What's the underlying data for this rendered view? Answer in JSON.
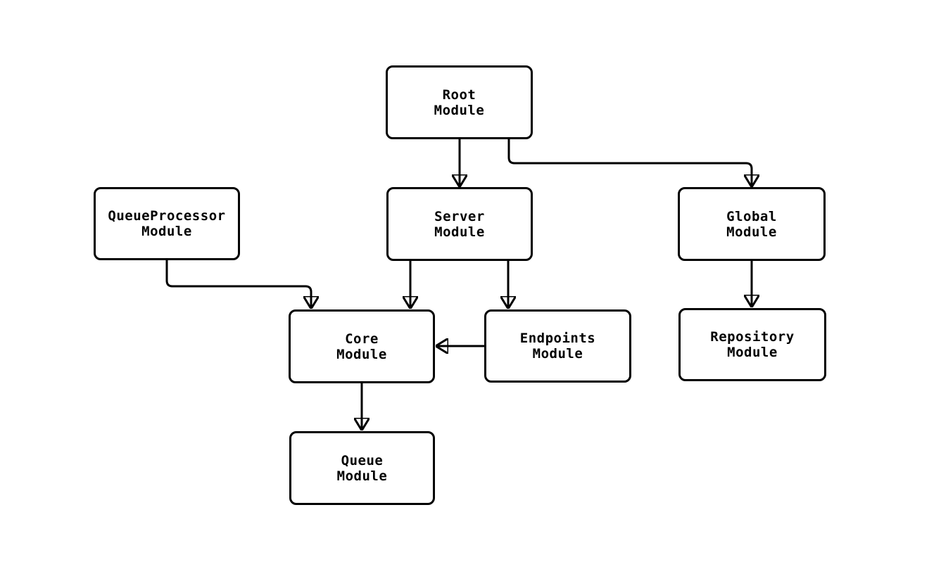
{
  "diagram": {
    "type": "module-dependency-flowchart",
    "background_color": "#ffffff",
    "node_fill_color": "#ffffff",
    "line_color": "#000000",
    "text_color": "#000000",
    "nodes": [
      {
        "id": "root",
        "label": "Root\nModule"
      },
      {
        "id": "queueprocessor",
        "label": "QueueProcessor\nModule"
      },
      {
        "id": "server",
        "label": "Server\nModule"
      },
      {
        "id": "global",
        "label": "Global\nModule"
      },
      {
        "id": "core",
        "label": "Core\nModule"
      },
      {
        "id": "endpoints",
        "label": "Endpoints\nModule"
      },
      {
        "id": "repository",
        "label": "Repository\nModule"
      },
      {
        "id": "queue",
        "label": "Queue\nModule"
      }
    ],
    "edges": [
      {
        "from": "root",
        "to": "server"
      },
      {
        "from": "root",
        "to": "global"
      },
      {
        "from": "server",
        "to": "core"
      },
      {
        "from": "server",
        "to": "endpoints"
      },
      {
        "from": "queueprocessor",
        "to": "core"
      },
      {
        "from": "endpoints",
        "to": "core"
      },
      {
        "from": "core",
        "to": "queue"
      },
      {
        "from": "global",
        "to": "repository"
      }
    ]
  }
}
